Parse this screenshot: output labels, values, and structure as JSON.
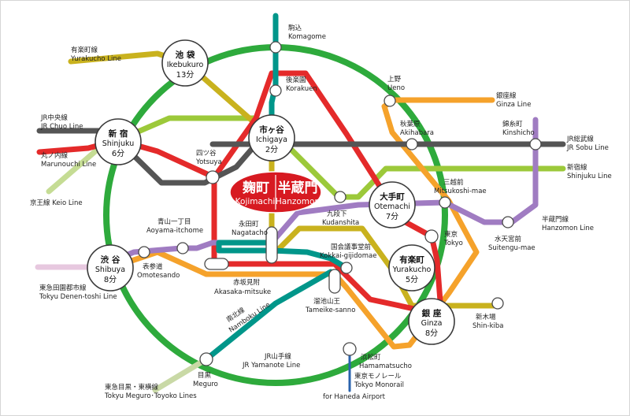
{
  "colors": {
    "yamanote": "#2eaa3c",
    "marunouchi": "#e42a2a",
    "namboku": "#00968a",
    "yurakucho": "#c9b21e",
    "ginza": "#f5a22b",
    "hanzomon": "#a07cc2",
    "shinjuku": "#9cc93a",
    "sobu": "#555555",
    "keio": "#c5dc94",
    "denentoshi": "#e7c8df",
    "toyoko": "#c9d9a6",
    "monorail": "#2a63ad",
    "highlight": "#d71a21"
  },
  "lines": {
    "yurakucho": {
      "jp": "有楽町線",
      "en": "Yurakucho Line"
    },
    "jr_chuo": {
      "jp": "JR中央線",
      "en": "JR Chuo Line"
    },
    "marunouchi": {
      "jp": "丸ノ内線",
      "en": "Marunouchi Line"
    },
    "keio": {
      "en": "京王線 Keio Line"
    },
    "ginza": {
      "jp": "銀座線",
      "en": "Ginza Line"
    },
    "jr_sobu": {
      "jp": "JR総武線",
      "en": "JR Sobu Line"
    },
    "shinjuku": {
      "jp": "新宿線",
      "en": "Shinjuku Line"
    },
    "hanzomon": {
      "jp": "半蔵門線",
      "en": "Hanzomon Line"
    },
    "denentoshi": {
      "jp": "東急田園都市線",
      "en": "Tokyu Denen-toshi Line"
    },
    "namboku": {
      "jp": "南北線",
      "en": "Namboku Line"
    },
    "yamanote": {
      "jp": "JR山手線",
      "en": "JR Yamanote Line"
    },
    "toyoko": {
      "jp": "東急目黒・東横線",
      "en": "Tokyu Meguro･Toyoko Lines"
    },
    "monorail": {
      "jp": "東京モノレール",
      "en": "Tokyo Monorail"
    },
    "haneda": {
      "en": "for Haneda Airport"
    }
  },
  "highlight": {
    "left_jp": "麹町",
    "left_en": "Kojimachi",
    "right_jp": "半蔵門",
    "right_en": "Hanzomon"
  },
  "major_stations": {
    "ikebukuro": {
      "jp": "池 袋",
      "en": "Ikebukuro",
      "time": "13分"
    },
    "shinjuku": {
      "jp": "新 宿",
      "en": "Shinjuku",
      "time": "6分"
    },
    "ichigaya": {
      "jp": "市ヶ谷",
      "en": "Ichigaya",
      "time": "2分"
    },
    "otemachi": {
      "jp": "大手町",
      "en": "Otemachi",
      "time": "7分"
    },
    "shibuya": {
      "jp": "渋 谷",
      "en": "Shibuya",
      "time": "8分"
    },
    "yurakucho": {
      "jp": "有楽町",
      "en": "Yurakucho",
      "time": "5分"
    },
    "ginza": {
      "jp": "銀 座",
      "en": "Ginza",
      "time": "8分"
    }
  },
  "stations": {
    "komagome": {
      "jp": "駒込",
      "en": "Komagome"
    },
    "korakuen": {
      "jp": "後楽園",
      "en": "Korakuen"
    },
    "ueno": {
      "jp": "上野",
      "en": "Ueno"
    },
    "akihabara": {
      "jp": "秋葉原",
      "en": "Akihabara"
    },
    "kinshicho": {
      "jp": "錦糸町",
      "en": "Kinshicho"
    },
    "yotsuya": {
      "jp": "四ツ谷",
      "en": "Yotsuya"
    },
    "mitsukoshimae": {
      "jp": "三越前",
      "en": "Mitsukoshi-mae"
    },
    "kudanshita": {
      "jp": "九段下",
      "en": "Kudanshita"
    },
    "aoyama": {
      "jp": "青山一丁目",
      "en": "Aoyama-itchome"
    },
    "nagatacho": {
      "jp": "永田町",
      "en": "Nagatacho"
    },
    "kokkai": {
      "jp": "国会議事堂前",
      "en": "Kokkai-gijidomae"
    },
    "tokyo": {
      "jp": "東京",
      "en": "Tokyo"
    },
    "suitengu": {
      "jp": "水天宮前",
      "en": "Suitengu-mae"
    },
    "omotesando": {
      "jp": "表参道",
      "en": "Omotesando"
    },
    "akasaka": {
      "jp": "赤坂見附",
      "en": "Akasaka-mitsuke"
    },
    "tameike": {
      "jp": "溜池山王",
      "en": "Tameike-sanno"
    },
    "shinkiba": {
      "jp": "新木場",
      "en": "Shin-kiba"
    },
    "hamamatsucho": {
      "jp": "浜松町",
      "en": "Hamamatsucho"
    },
    "meguro": {
      "jp": "目黒",
      "en": "Meguro"
    }
  }
}
